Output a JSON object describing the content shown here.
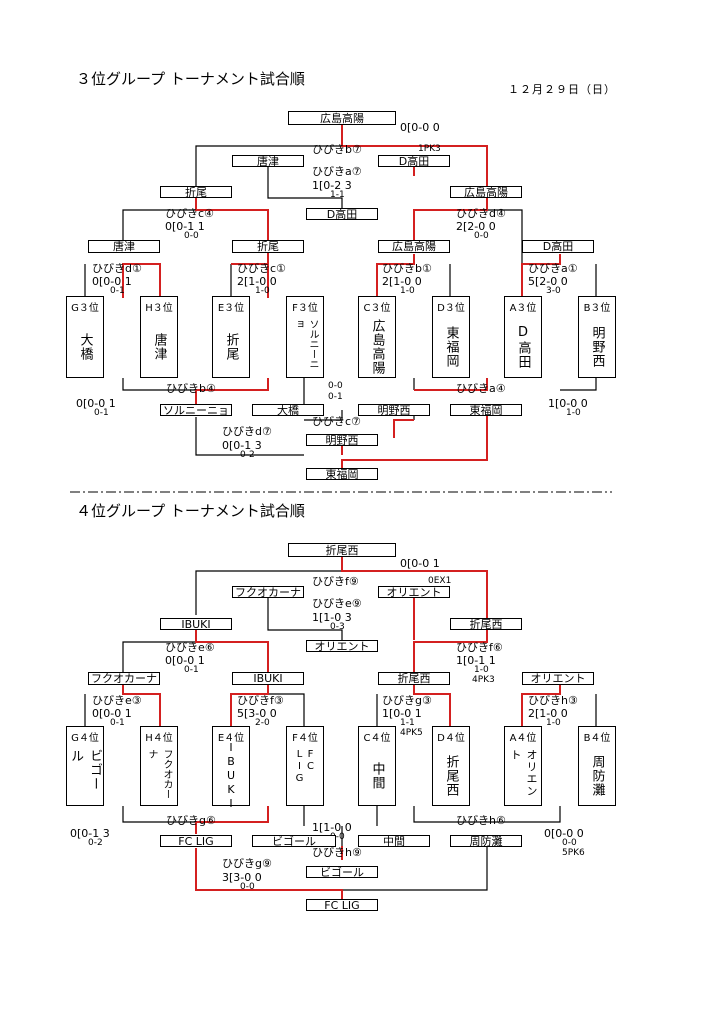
{
  "group3": {
    "title": "３位グループ トーナメント試合順",
    "date": "１２月２９日（日）",
    "final_winner": "広島高陽",
    "top_score": "0[0-0 0",
    "top_pk": "1PK3",
    "match_b7": "ひびきb⑦",
    "match_a7": "ひびきa⑦",
    "semi_left_top": "唐津",
    "semi_right_top": "D高田",
    "mid_score": "1[0-2 3",
    "mid_score2": "1-1",
    "left_sf": "折尾",
    "right_sf": "広島高陽",
    "third_place": "D高田",
    "match_c4": "ひびきc④",
    "match_c4_score": "0[0-1 1",
    "match_c4_score2": "0-0",
    "match_d4": "ひびきd④",
    "match_d4_score": "2[2-0 0",
    "match_d4_score2": "0-0",
    "qf": [
      "唐津",
      "折尾",
      "広島高陽",
      "D高田"
    ],
    "r1": [
      {
        "label": "ひびきd①",
        "s1": "0[0-0 1",
        "s2": "0-1"
      },
      {
        "label": "ひびきc①",
        "s1": "2[1-0 0",
        "s2": "1-0"
      },
      {
        "label": "ひびきb①",
        "s1": "2[1-0 0",
        "s2": "1-0"
      },
      {
        "label": "ひびきa①",
        "s1": "5[2-0 0",
        "s2": "3-0"
      }
    ],
    "teams": [
      {
        "rank": "G３位",
        "name": "大橋"
      },
      {
        "rank": "H３位",
        "name": "唐津"
      },
      {
        "rank": "E３位",
        "name": "折尾"
      },
      {
        "rank": "F３位",
        "name": "ソルニーニョ"
      },
      {
        "rank": "C３位",
        "name": "広島高陽"
      },
      {
        "rank": "D３位",
        "name": "東福岡"
      },
      {
        "rank": "A３位",
        "name": "D高田"
      },
      {
        "rank": "B３位",
        "name": "明野西"
      }
    ],
    "lower_b4": "ひびきb④",
    "lower_b4_score": "0[0-0 1",
    "lower_b4_score2": "0-1",
    "lower_a4": "ひびきa④",
    "lower_a4_score": "1[0-0 0",
    "lower_a4_score2": "1-0",
    "lower_c7": "ひびきc⑦",
    "lower_c7_score1": "0-0",
    "lower_c7_score2": "0-1",
    "lower_boxes": [
      "ソルニーニョ",
      "大橋",
      "明野西",
      "東福岡"
    ],
    "lower_d7": "ひびきd⑦",
    "lower_d7_score": "0[0-1 3",
    "lower_d7_score2": "0-2",
    "lower_mid": "明野西",
    "lower_final": "東福岡"
  },
  "group4": {
    "title": "４位グループ トーナメント試合順",
    "final_winner": "折尾西",
    "top_score": "0[0-0 1",
    "top_pk": "0EX1",
    "match_f9": "ひびきf⑨",
    "match_e9": "ひびきe⑨",
    "semi_left_top": "フクオカーナ",
    "semi_right_top": "オリエント",
    "mid_score": "1[1-0 3",
    "mid_score2": "0-3",
    "left_sf": "IBUKI",
    "right_sf": "折尾西",
    "third_place": "オリエント",
    "match_e6": "ひびきe⑥",
    "match_e6_score": "0[0-0 1",
    "match_e6_score2": "0-1",
    "match_f6": "ひびきf⑥",
    "match_f6_score": "1[0-1 1",
    "match_f6_score2": "1-0",
    "match_f6_pk": "4PK3",
    "qf": [
      "フクオカーナ",
      "IBUKI",
      "折尾西",
      "オリエント"
    ],
    "r1": [
      {
        "label": "ひびきe③",
        "s1": "0[0-0 1",
        "s2": "0-1",
        "pk": ""
      },
      {
        "label": "ひびきf③",
        "s1": "5[3-0 0",
        "s2": "2-0",
        "pk": ""
      },
      {
        "label": "ひびきg③",
        "s1": "1[0-0 1",
        "s2": "1-1",
        "pk": "4PK5"
      },
      {
        "label": "ひびきh③",
        "s1": "2[1-0 0",
        "s2": "1-0",
        "pk": ""
      }
    ],
    "teams": [
      {
        "rank": "G４位",
        "name": "ビゴール"
      },
      {
        "rank": "H４位",
        "name": "フクオカーナ"
      },
      {
        "rank": "E４位",
        "name": "IBUKI"
      },
      {
        "rank": "F４位",
        "name": "FC LIG"
      },
      {
        "rank": "C４位",
        "name": "中間"
      },
      {
        "rank": "D４位",
        "name": "折尾西"
      },
      {
        "rank": "A４位",
        "name": "オリエント"
      },
      {
        "rank": "B４位",
        "name": "周防灘"
      }
    ],
    "lower_g6": "ひびきg⑥",
    "lower_g6_score": "0[0-1 3",
    "lower_g6_score2": "0-2",
    "lower_h6": "ひびきh⑥",
    "lower_h6_score": "0[0-0 0",
    "lower_h6_score2": "0-0",
    "lower_h6_pk": "5PK6",
    "lower_h9": "ひびきh⑨",
    "lower_h9_score": "1[1-0 0",
    "lower_h9_score2": "0-0",
    "lower_boxes": [
      "FC LIG",
      "ビゴール",
      "中間",
      "周防灘"
    ],
    "lower_g9": "ひびきg⑨",
    "lower_g9_score": "3[3-0 0",
    "lower_g9_score2": "0-0",
    "lower_mid": "ビゴール",
    "lower_final": "FC LIG"
  },
  "colors": {
    "win_line": "#e02020",
    "line": "#000000"
  }
}
